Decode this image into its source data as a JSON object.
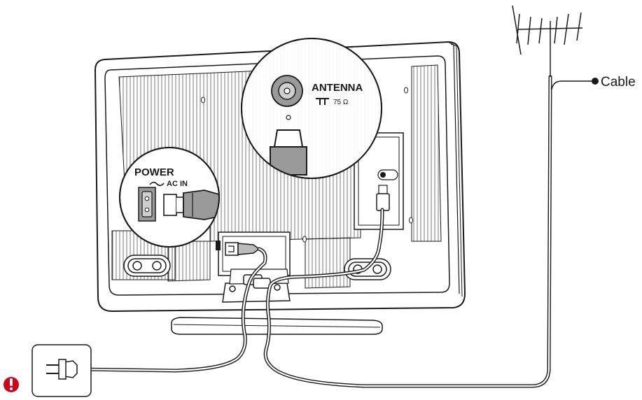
{
  "labels": {
    "antenna": "ANTENNA",
    "antenna_impedance": "75 Ω",
    "power": "POWER",
    "ac_in": "AC IN",
    "cable": "Cable"
  },
  "colors": {
    "line": "#1a1a1a",
    "panel_fill": "#f2f2f2",
    "connector_gray": "#9a9a9a",
    "warning_red": "#d0021b"
  },
  "icons": {
    "warning": "exclamation-icon",
    "antenna_symbol": "antenna-symbol-icon",
    "ac_symbol": "ac-wave-icon"
  }
}
